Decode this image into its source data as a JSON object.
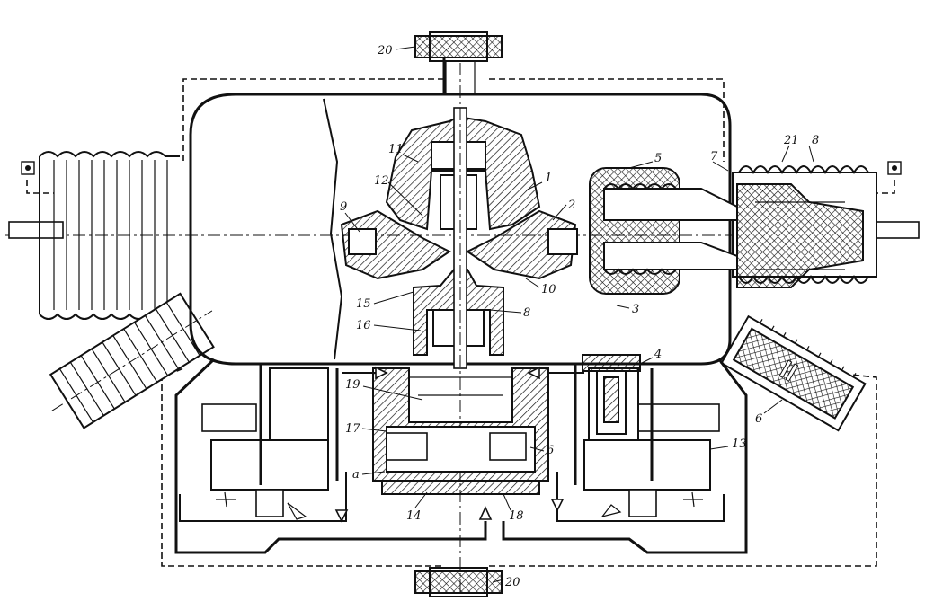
{
  "callouts": {
    "c1": "1",
    "c2": "2",
    "c3": "3",
    "c4": "4",
    "c5": "5",
    "c6a": "6",
    "c6b": "6",
    "c7": "7",
    "c8a": "8",
    "c8b": "8",
    "c9": "9",
    "c10": "10",
    "c11": "11",
    "c12": "12",
    "c13": "13",
    "c14": "14",
    "c15": "15",
    "c16": "16",
    "c17": "17",
    "c18": "18",
    "c19": "19",
    "c20top": "20",
    "c20bot": "20",
    "c21": "21",
    "ca": "a"
  }
}
